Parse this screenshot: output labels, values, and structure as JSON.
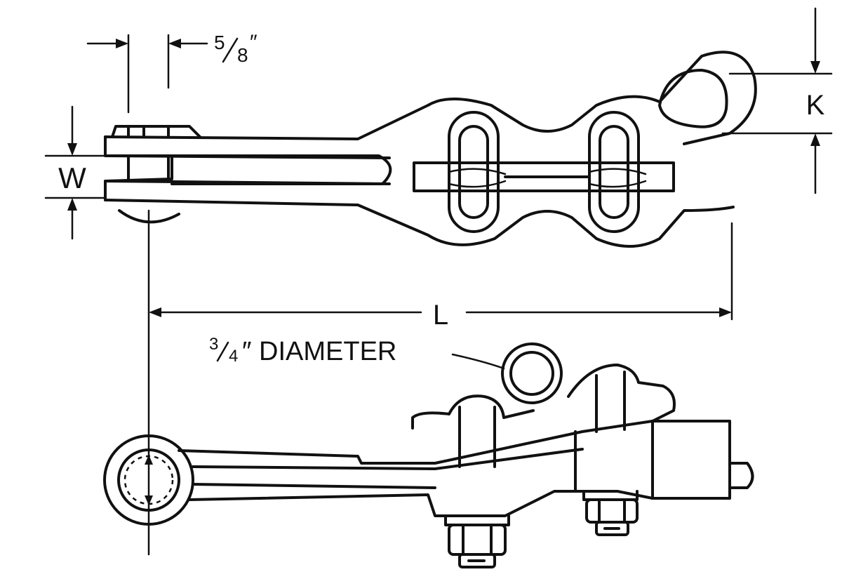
{
  "labels": {
    "dim_pin": "5/8\"",
    "dim_pin_num": "5",
    "dim_pin_den": "8",
    "dim_pin_unit": "″",
    "dim_width": "W",
    "dim_eye": "K",
    "dim_length": "L",
    "callout_num": "3",
    "callout_den": "4",
    "callout_text": "″ DIAMETER"
  }
}
